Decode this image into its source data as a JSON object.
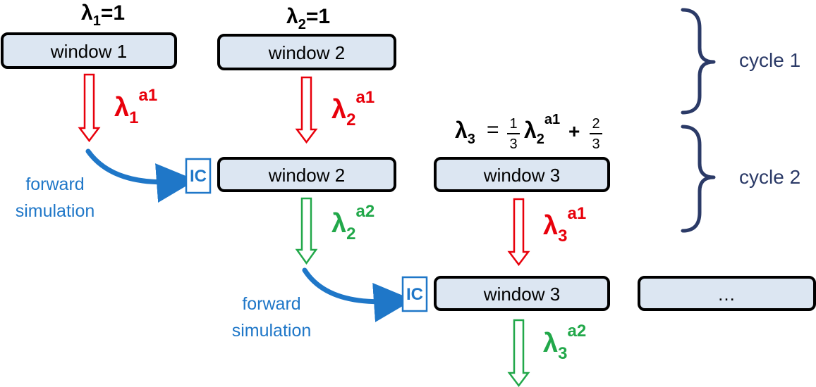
{
  "colors": {
    "box_fill": "#dce6f2",
    "box_stroke": "#000000",
    "red": "#e8000b",
    "green": "#22a84a",
    "blue": "#1f77c8",
    "navy": "#2b3a67"
  },
  "windows": {
    "c1_w1": "window 1",
    "c1_w2": "window 2",
    "c2_w2": "window 2",
    "c2_w3": "window 3",
    "c3_w3": "window 3",
    "c3_next": "…"
  },
  "lambdas": {
    "init1": {
      "base": "λ",
      "sub": "1",
      "rest": "=1"
    },
    "init2": {
      "base": "λ",
      "sub": "2",
      "rest": "=1"
    },
    "l1a1": {
      "base": "λ",
      "sub": "1",
      "sup": "a1"
    },
    "l2a1": {
      "base": "λ",
      "sub": "2",
      "sup": "a1"
    },
    "l2a2": {
      "base": "λ",
      "sub": "2",
      "sup": "a2"
    },
    "l3a1": {
      "base": "λ",
      "sub": "3",
      "sup": "a1"
    },
    "l3a2": {
      "base": "λ",
      "sub": "3",
      "sup": "a2"
    }
  },
  "formula": {
    "lhs": "λ",
    "lhs_sub": "3",
    "eq": "=",
    "frac1_num": "1",
    "frac1_den": "3",
    "mid": "λ",
    "mid_sub": "2",
    "mid_sup": "a1",
    "plus": "+",
    "frac2_num": "2",
    "frac2_den": "3"
  },
  "ic_label": "IC",
  "sim": {
    "line1": "forward",
    "line2": "simulation"
  },
  "cycles": {
    "c1": "cycle 1",
    "c2": "cycle 2"
  }
}
